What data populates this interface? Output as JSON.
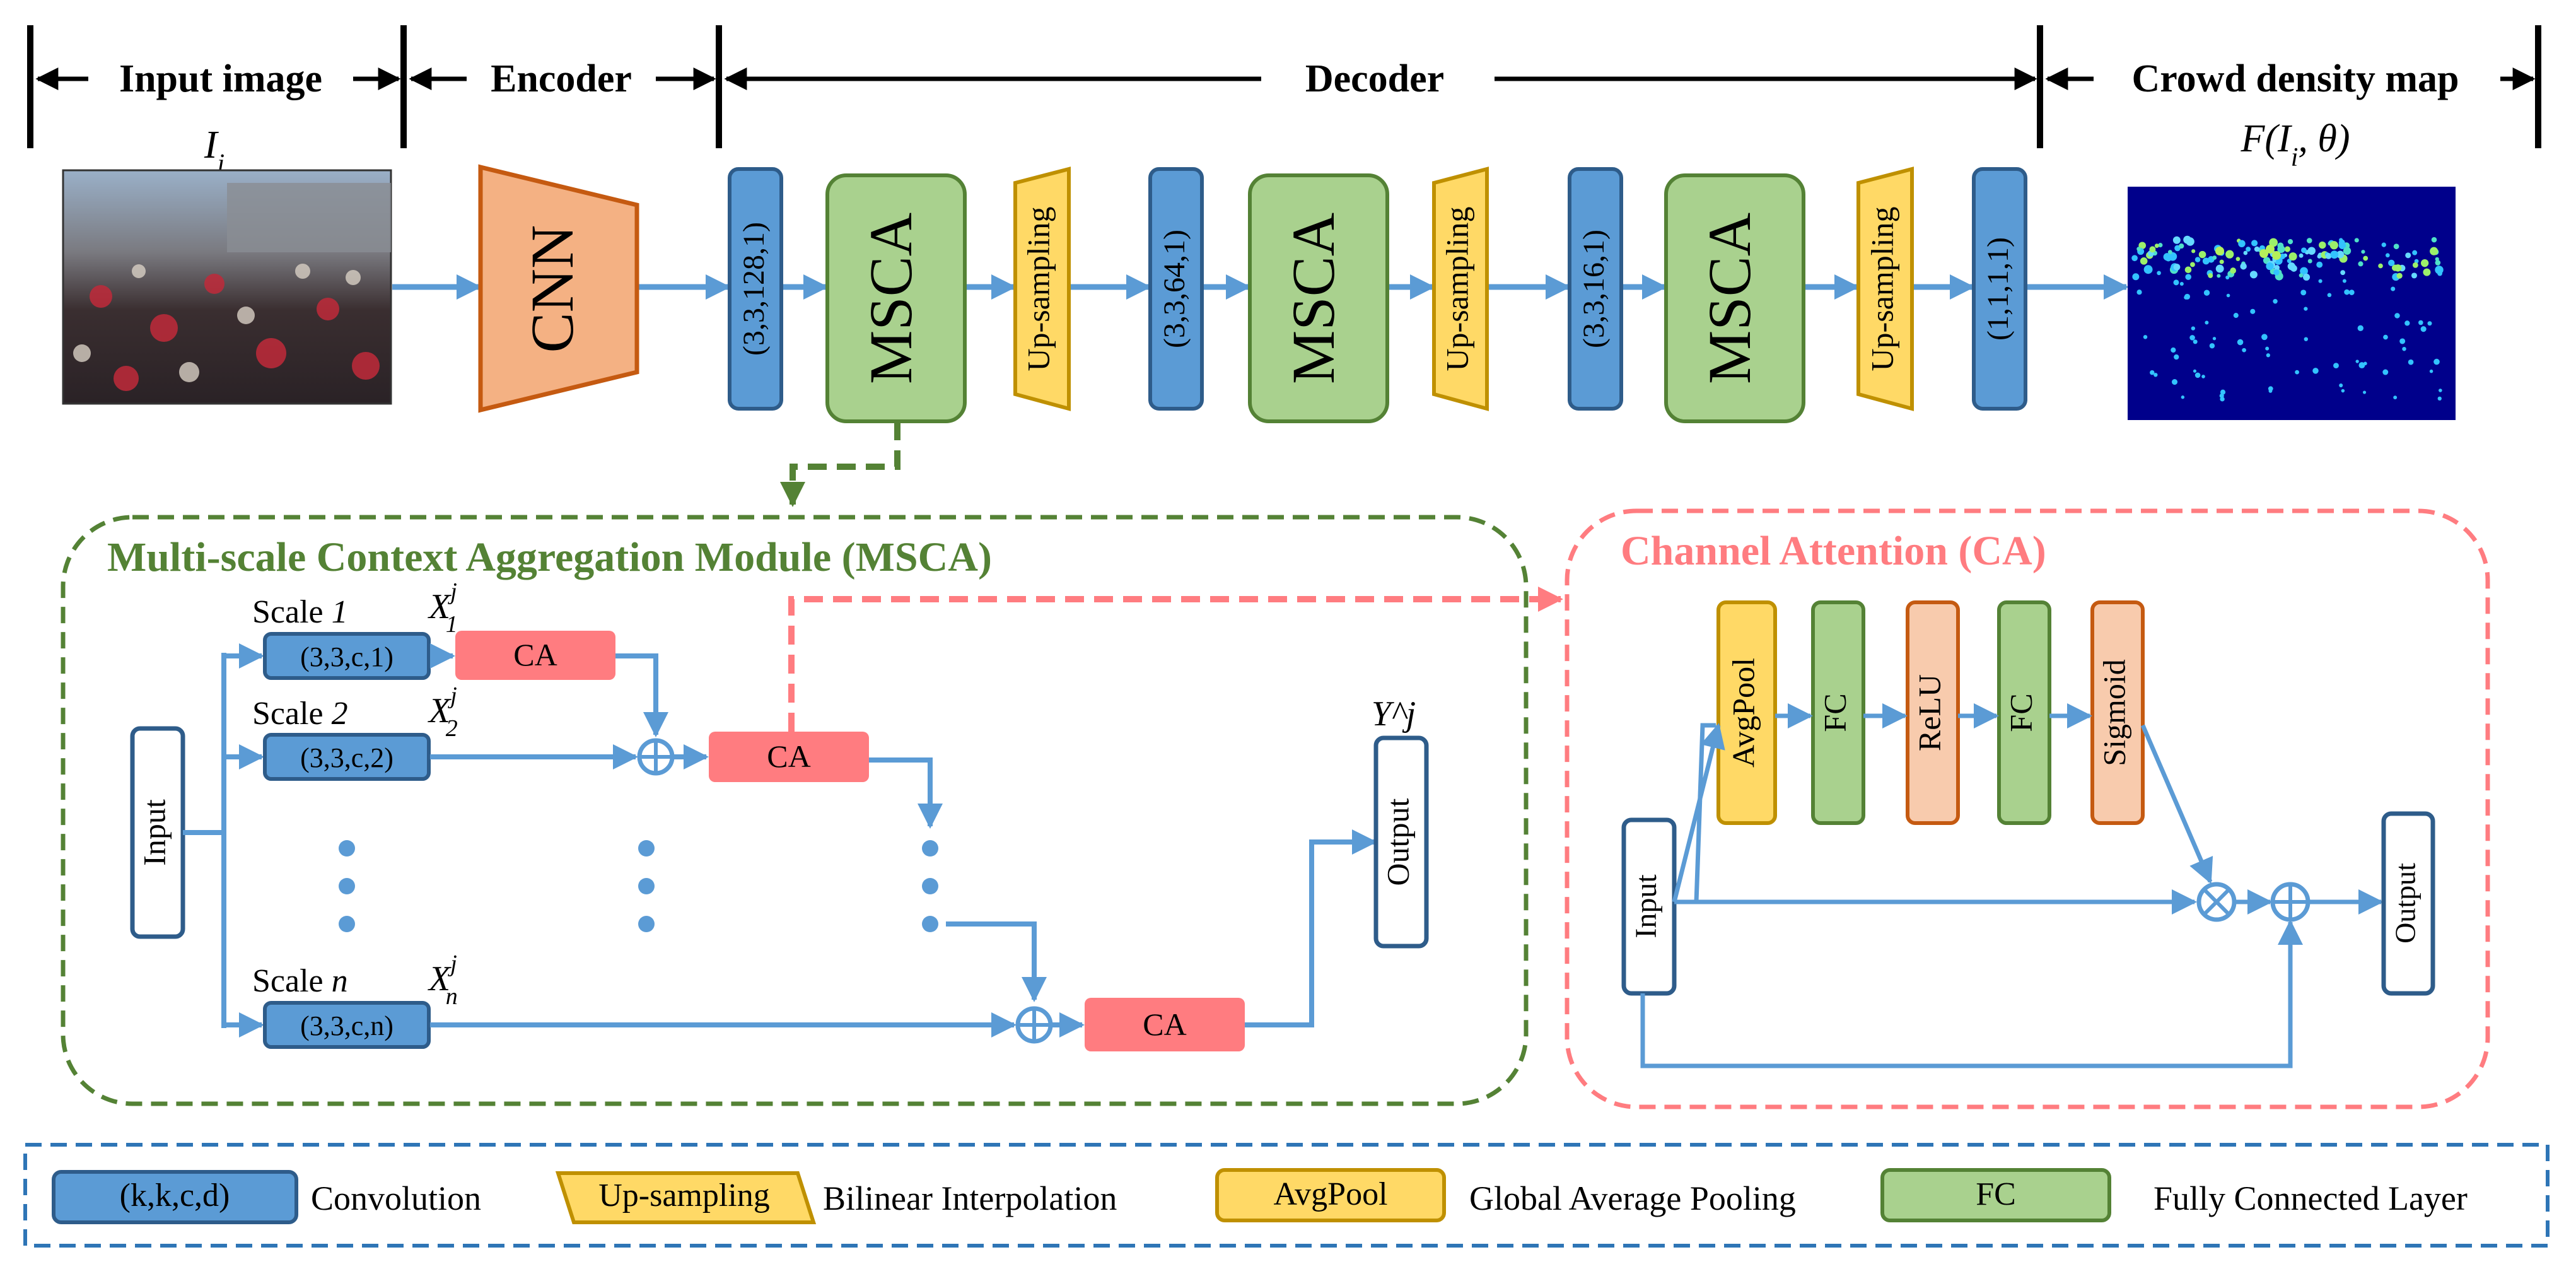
{
  "header": {
    "input_image": "Input image",
    "encoder": "Encoder",
    "decoder": "Decoder",
    "density_map": "Crowd density map",
    "input_symbol": "I_i",
    "output_symbol": "F(I_i, θ)"
  },
  "pipeline": {
    "cnn": "CNN",
    "msca": "MSCA",
    "upsampling": "Up-sampling",
    "conv1": "(3,3,128,1)",
    "conv2": "(3,3,64,1)",
    "conv3": "(3,3,16,1)",
    "conv4": "(1,1,1,1)"
  },
  "msca_module": {
    "title": "Multi-scale Context Aggregation Module (MSCA)",
    "input": "Input",
    "output": "Output",
    "output_symbol": "Y^j",
    "scale_word": "Scale",
    "scale1": "1",
    "scale2": "2",
    "scalen": "n",
    "conv_scale1": "(3,3,c,1)",
    "conv_scale2": "(3,3,c,2)",
    "conv_scalen": "(3,3,c,n)",
    "ca": "CA",
    "x_symbol": "X",
    "sup_j": "j",
    "sub_1": "1",
    "sub_2": "2",
    "sub_n": "n"
  },
  "ca_module": {
    "title": "Channel Attention (CA)",
    "input": "Input",
    "output": "Output",
    "avgpool": "AvgPool",
    "fc": "FC",
    "relu": "ReLU",
    "sigmoid": "Sigmoid"
  },
  "legend": {
    "conv_sample": "(k,k,c,d)",
    "conv_desc": "Convolution",
    "ups_sample": "Up-sampling",
    "ups_desc": "Bilinear Interpolation",
    "avg_sample": "AvgPool",
    "avg_desc": "Global Average Pooling",
    "fc_sample": "FC",
    "fc_desc": "Fully Connected Layer"
  },
  "colors": {
    "conv_blue": "#5B9BD5",
    "conv_stroke": "#2E5C8A",
    "msca_green": "#A9D18E",
    "msca_stroke": "#548235",
    "upsampling_yellow": "#FFD966",
    "upsampling_stroke": "#BF9000",
    "cnn_orange": "#F4B183",
    "cnn_stroke": "#C55A11",
    "ca_red": "#FF7C80",
    "relu_fill": "#F8CBAD",
    "module_green": "#548235",
    "module_red": "#FF7C80",
    "arrow_blue": "#5B9BD5",
    "legend_dash": "#2E75B6",
    "density_bg": "#00008B"
  }
}
